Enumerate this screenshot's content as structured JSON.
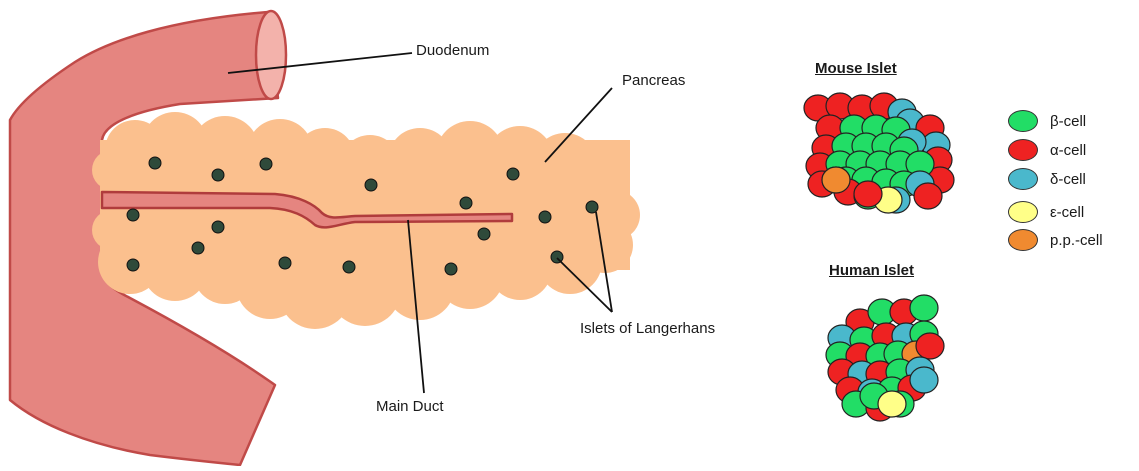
{
  "labels": {
    "duodenum": "Duodenum",
    "pancreas": "Pancreas",
    "main_duct": "Main Duct",
    "islets": "Islets of Langerhans"
  },
  "titles": {
    "mouse": "Mouse Islet",
    "human": "Human Islet"
  },
  "legend": [
    {
      "label": "β-cell",
      "color": "#22dd66"
    },
    {
      "label": "α-cell",
      "color": "#ee2222"
    },
    {
      "label": "δ-cell",
      "color": "#4ab8cc"
    },
    {
      "label": "ε-cell",
      "color": "#ffff88"
    },
    {
      "label": "p.p.-cell",
      "color": "#f08a30"
    }
  ],
  "colors": {
    "duodenum_fill": "#e58580",
    "duodenum_stroke": "#c04a48",
    "pancreas_fill": "#fbc08e",
    "duct_fill": "#e58580",
    "duct_stroke": "#b03c3c",
    "islet_dot": "#2f4a3a"
  }
}
